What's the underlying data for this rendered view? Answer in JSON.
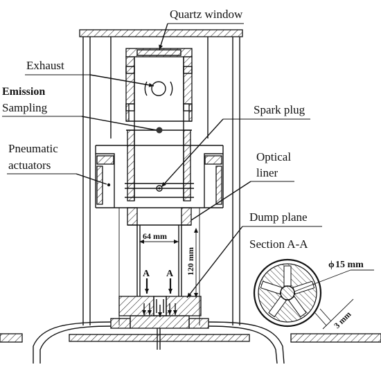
{
  "figure": {
    "labels": {
      "quartz_window": "Quartz window",
      "exhaust": "Exhaust",
      "emission_line1": "Emission",
      "emission_line2": "Sampling",
      "spark_plug": "Spark plug",
      "optical_line1": "Optical",
      "optical_line2": "liner",
      "pneumatic_line1": "Pneumatic",
      "pneumatic_line2": "actuators",
      "dump_plane": "Dump plane",
      "section": "Section A-A"
    },
    "dimensions": {
      "width": "64 mm",
      "height": "120 mm",
      "diameter": "15 mm",
      "diameter_symbol": "ϕ",
      "slot": "3 mm",
      "section_mark": "A"
    }
  }
}
